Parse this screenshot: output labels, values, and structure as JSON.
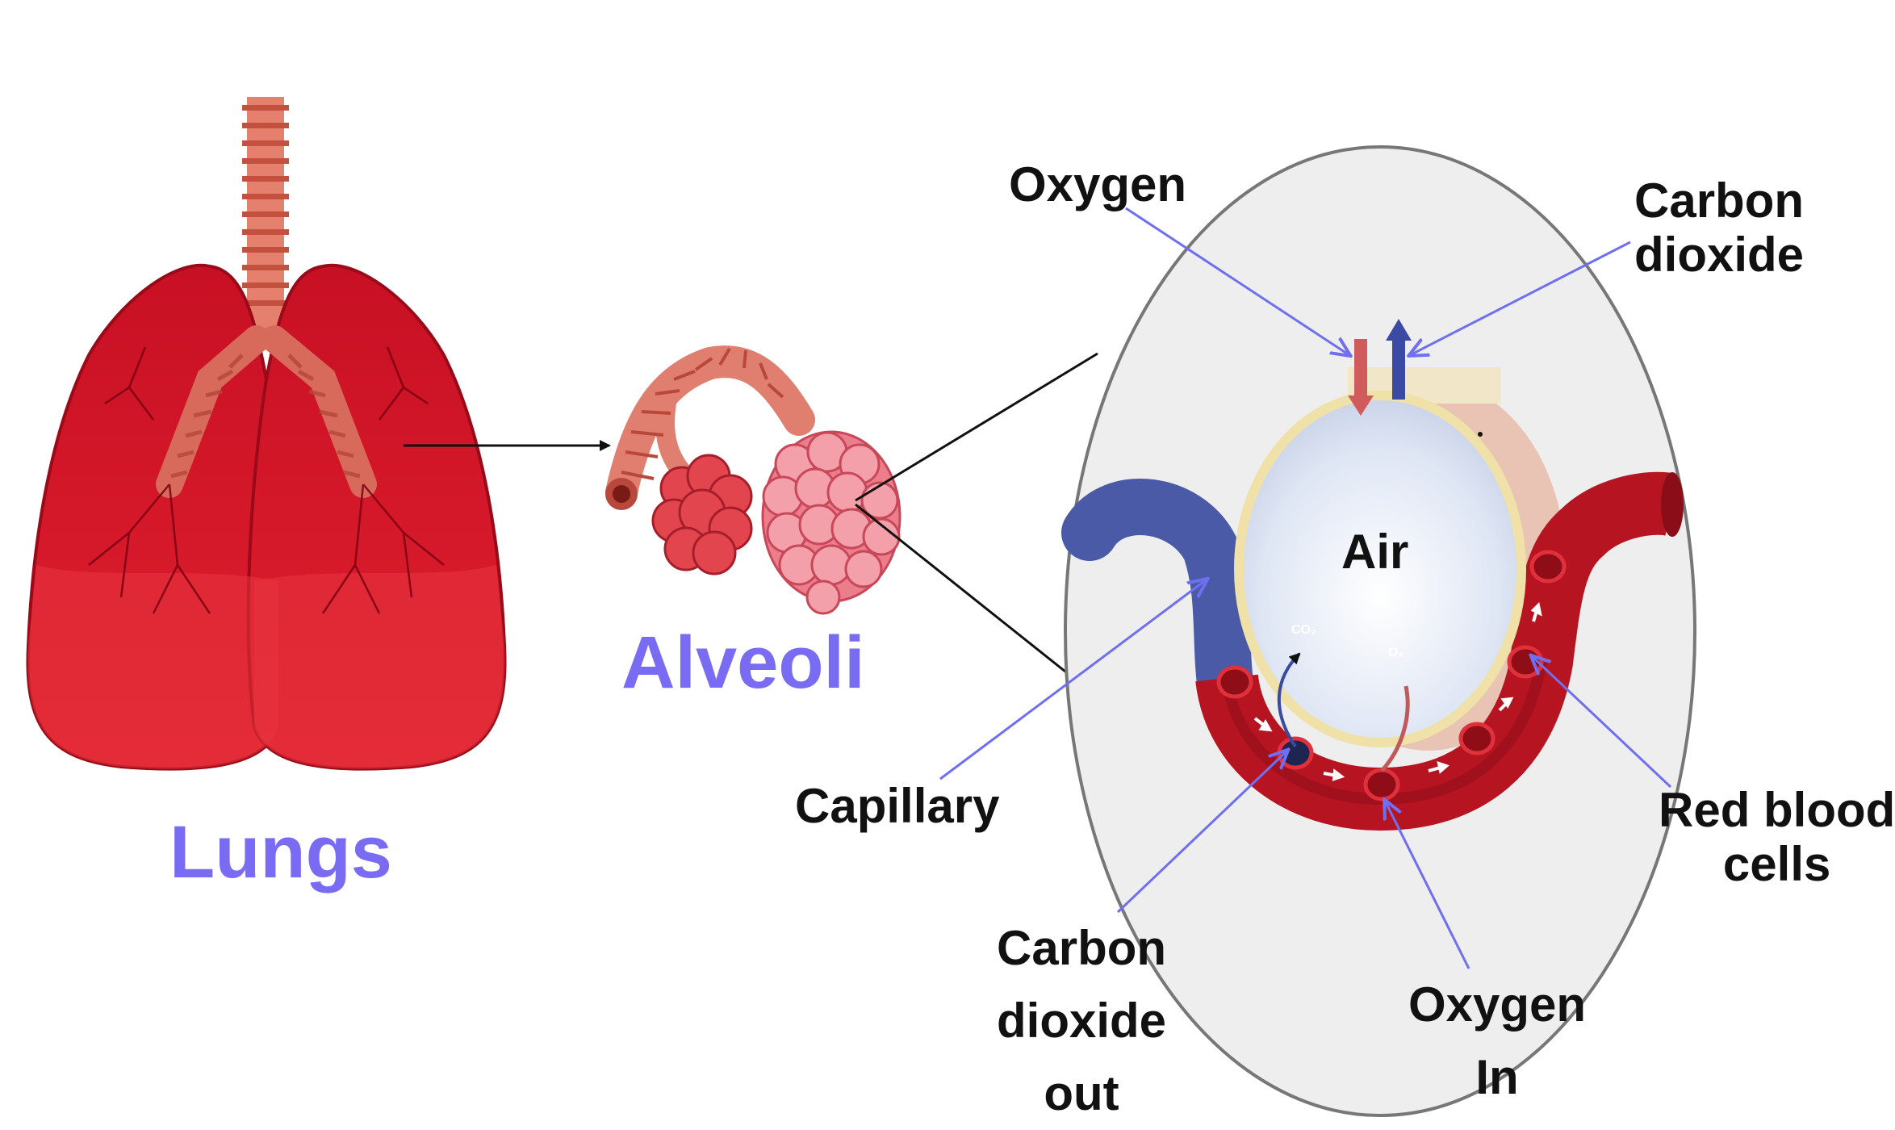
{
  "labels": {
    "lungs": "Lungs",
    "alveoli": "Alveoli",
    "air": "Air",
    "oxygen_top": "Oxygen",
    "carbon_dioxide_top_line1": "Carbon",
    "carbon_dioxide_top_line2": "dioxide",
    "capillary": "Capillary",
    "red_blood_cells_line1": "Red blood",
    "red_blood_cells_line2": "cells",
    "carbon_dioxide_out_line1": "Carbon",
    "carbon_dioxide_out_line2": "dioxide",
    "carbon_dioxide_out_line3": "out",
    "oxygen_in_line1": "Oxygen",
    "oxygen_in_line2": "In",
    "co2_small": "CO₂",
    "o2_small": "O₂"
  },
  "colors": {
    "label_accent": "#7a6cf2",
    "pointer_line": "#7777ee",
    "lung_red": "#d7182a",
    "trachea": "#e07a6a",
    "vein_blue": "#4b5aa8",
    "artery_red": "#b5121f",
    "alveolus_fill": "#e8eef8",
    "background_oval": "#eeeeee"
  }
}
